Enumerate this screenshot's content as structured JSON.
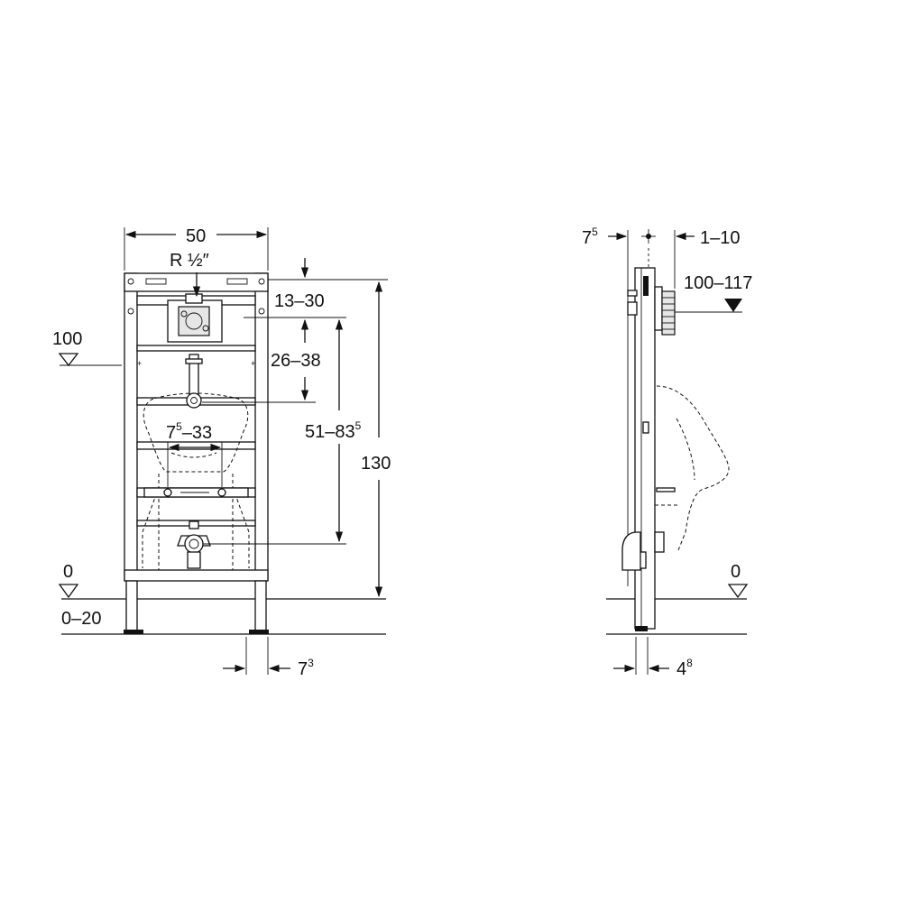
{
  "front_view": {
    "width": "50",
    "connection": "R ½″",
    "dim_top_to_supply": "13–30",
    "dim_supply_to_outlet": "26–38",
    "dim_outlet_to_drain": "51–83",
    "dim_outlet_to_drain_sup": "5",
    "dim_bracket_spacing": "7",
    "dim_bracket_spacing_sup": "5",
    "dim_bracket_spacing_rest": "–33",
    "total_height": "130",
    "level_100": "100",
    "level_0": "0",
    "floor_range": "0–20",
    "foot_offset": "7",
    "foot_offset_sup": "3"
  },
  "side_view": {
    "wall_offset": "7",
    "wall_offset_sup": "5",
    "depth_range": "1–10",
    "supply_height": "100–117",
    "level_0": "0",
    "foot_depth": "4",
    "foot_depth_sup": "8"
  }
}
